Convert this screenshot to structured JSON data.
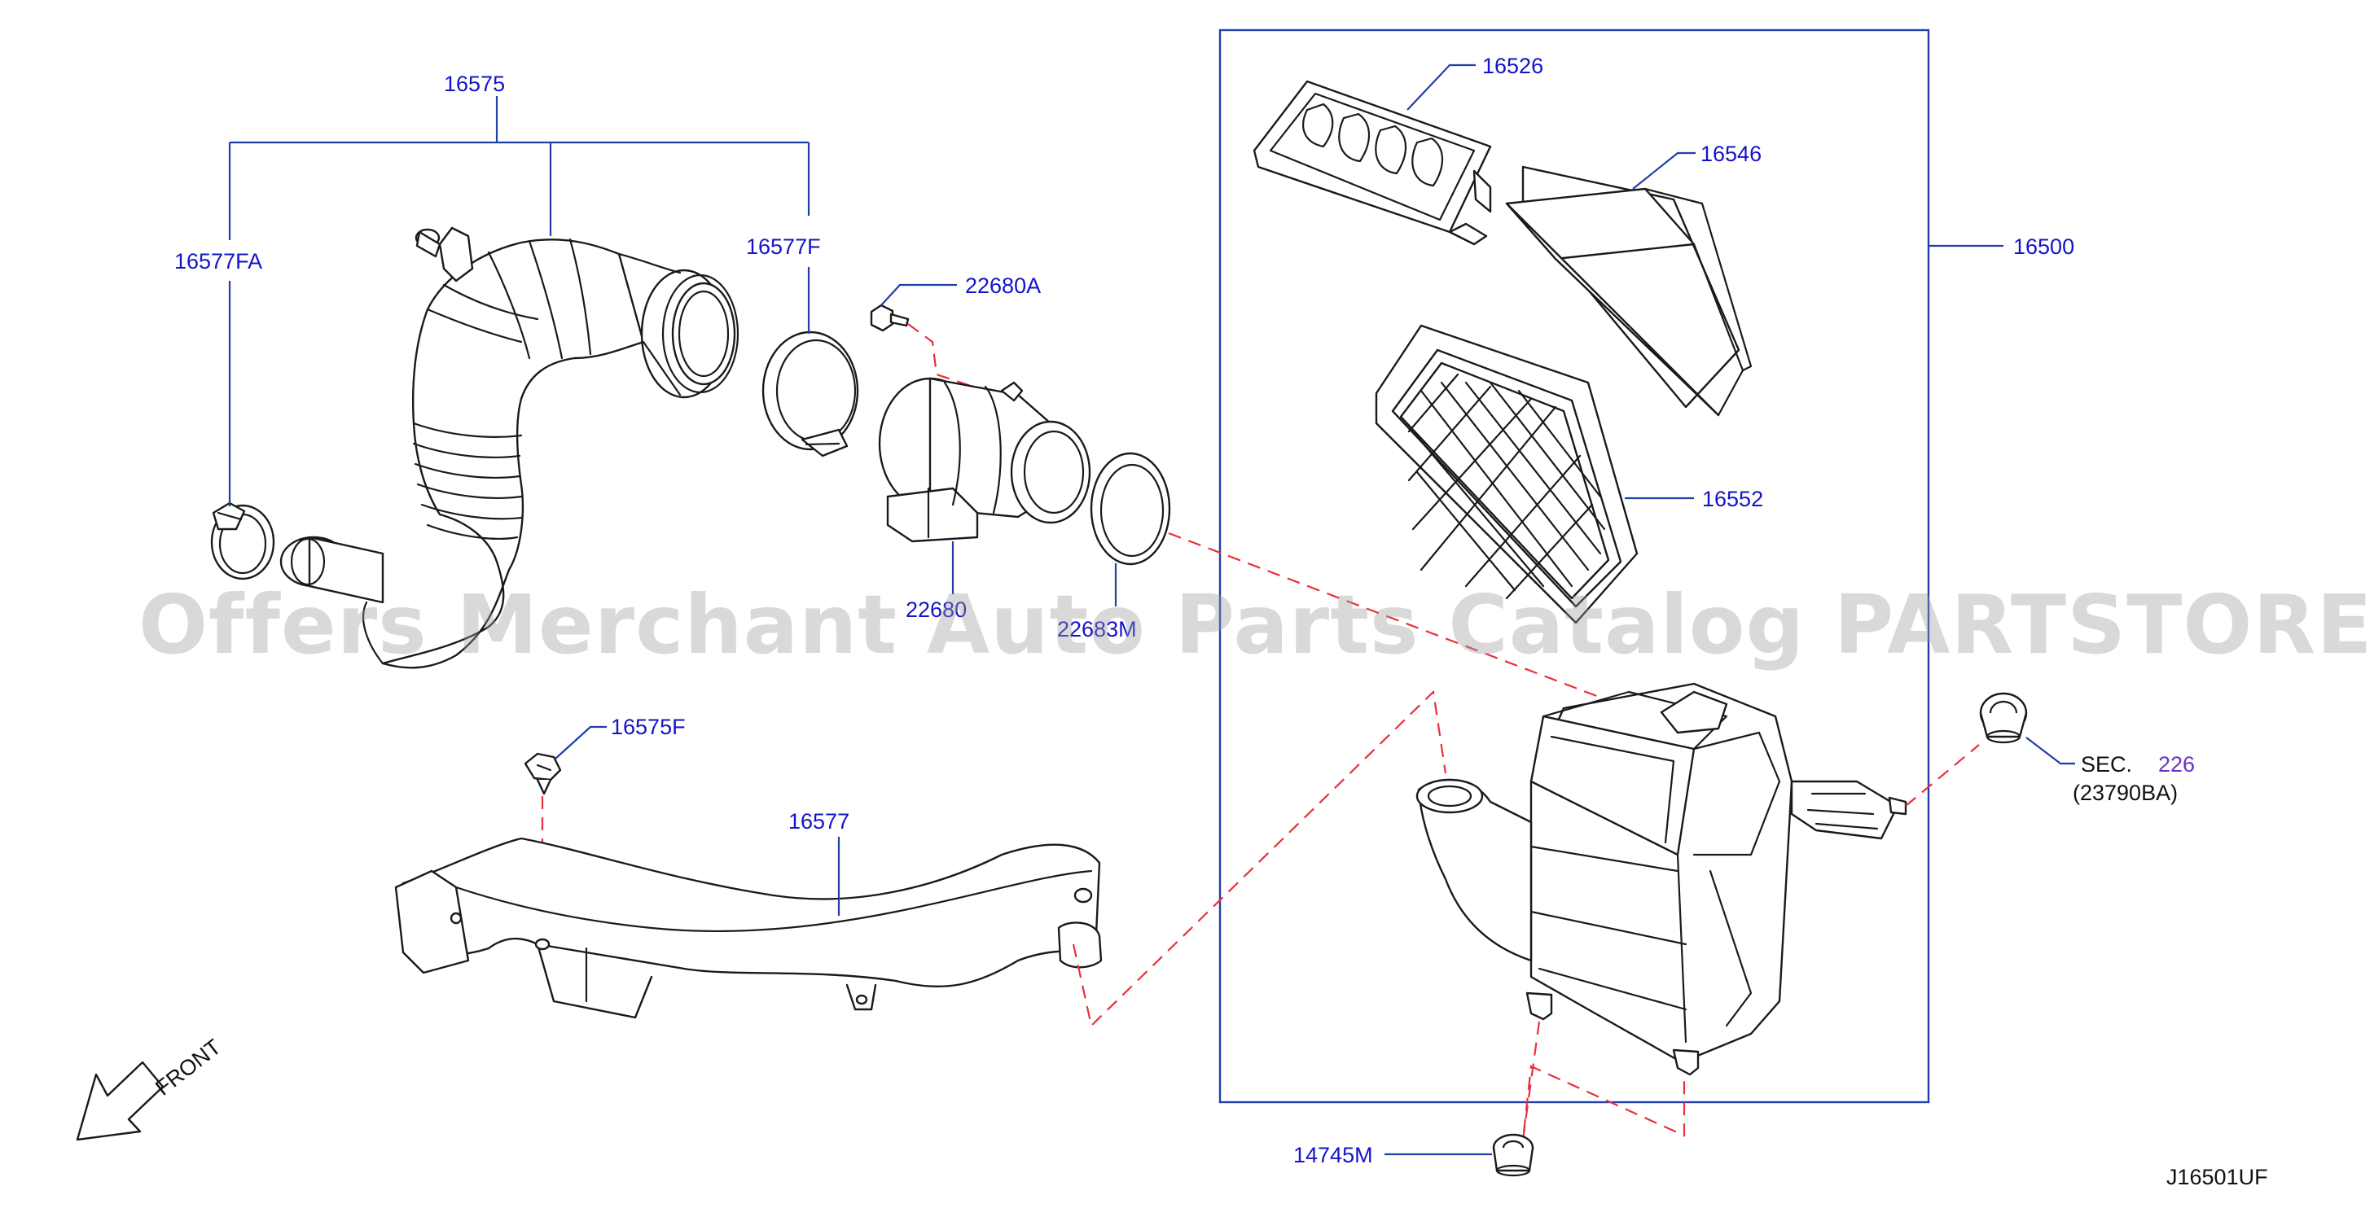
{
  "diagram_id": "J16501UF",
  "watermark": "Offers Merchant Auto Parts Catalog PARTSTORE.SA",
  "direction_label": "FRONT",
  "callouts": {
    "p16575": "16575",
    "p16577FA": "16577FA",
    "p16577F": "16577F",
    "p22680A": "22680A",
    "p22680": "22680",
    "p22683M": "22683M",
    "p16575F": "16575F",
    "p16577": "16577",
    "p16526": "16526",
    "p16546": "16546",
    "p16500": "16500",
    "p16552": "16552",
    "sec_prefix": "SEC.",
    "sec_number": "226",
    "sec_ref": "(23790BA)",
    "p14745M": "14745M"
  },
  "colors": {
    "callout_text": "#1414c8",
    "leader_line": "#1f3fa8",
    "dashed_connector": "#e8303a",
    "section_link": "#6a32c8",
    "part_outline": "#1a1a1a"
  }
}
